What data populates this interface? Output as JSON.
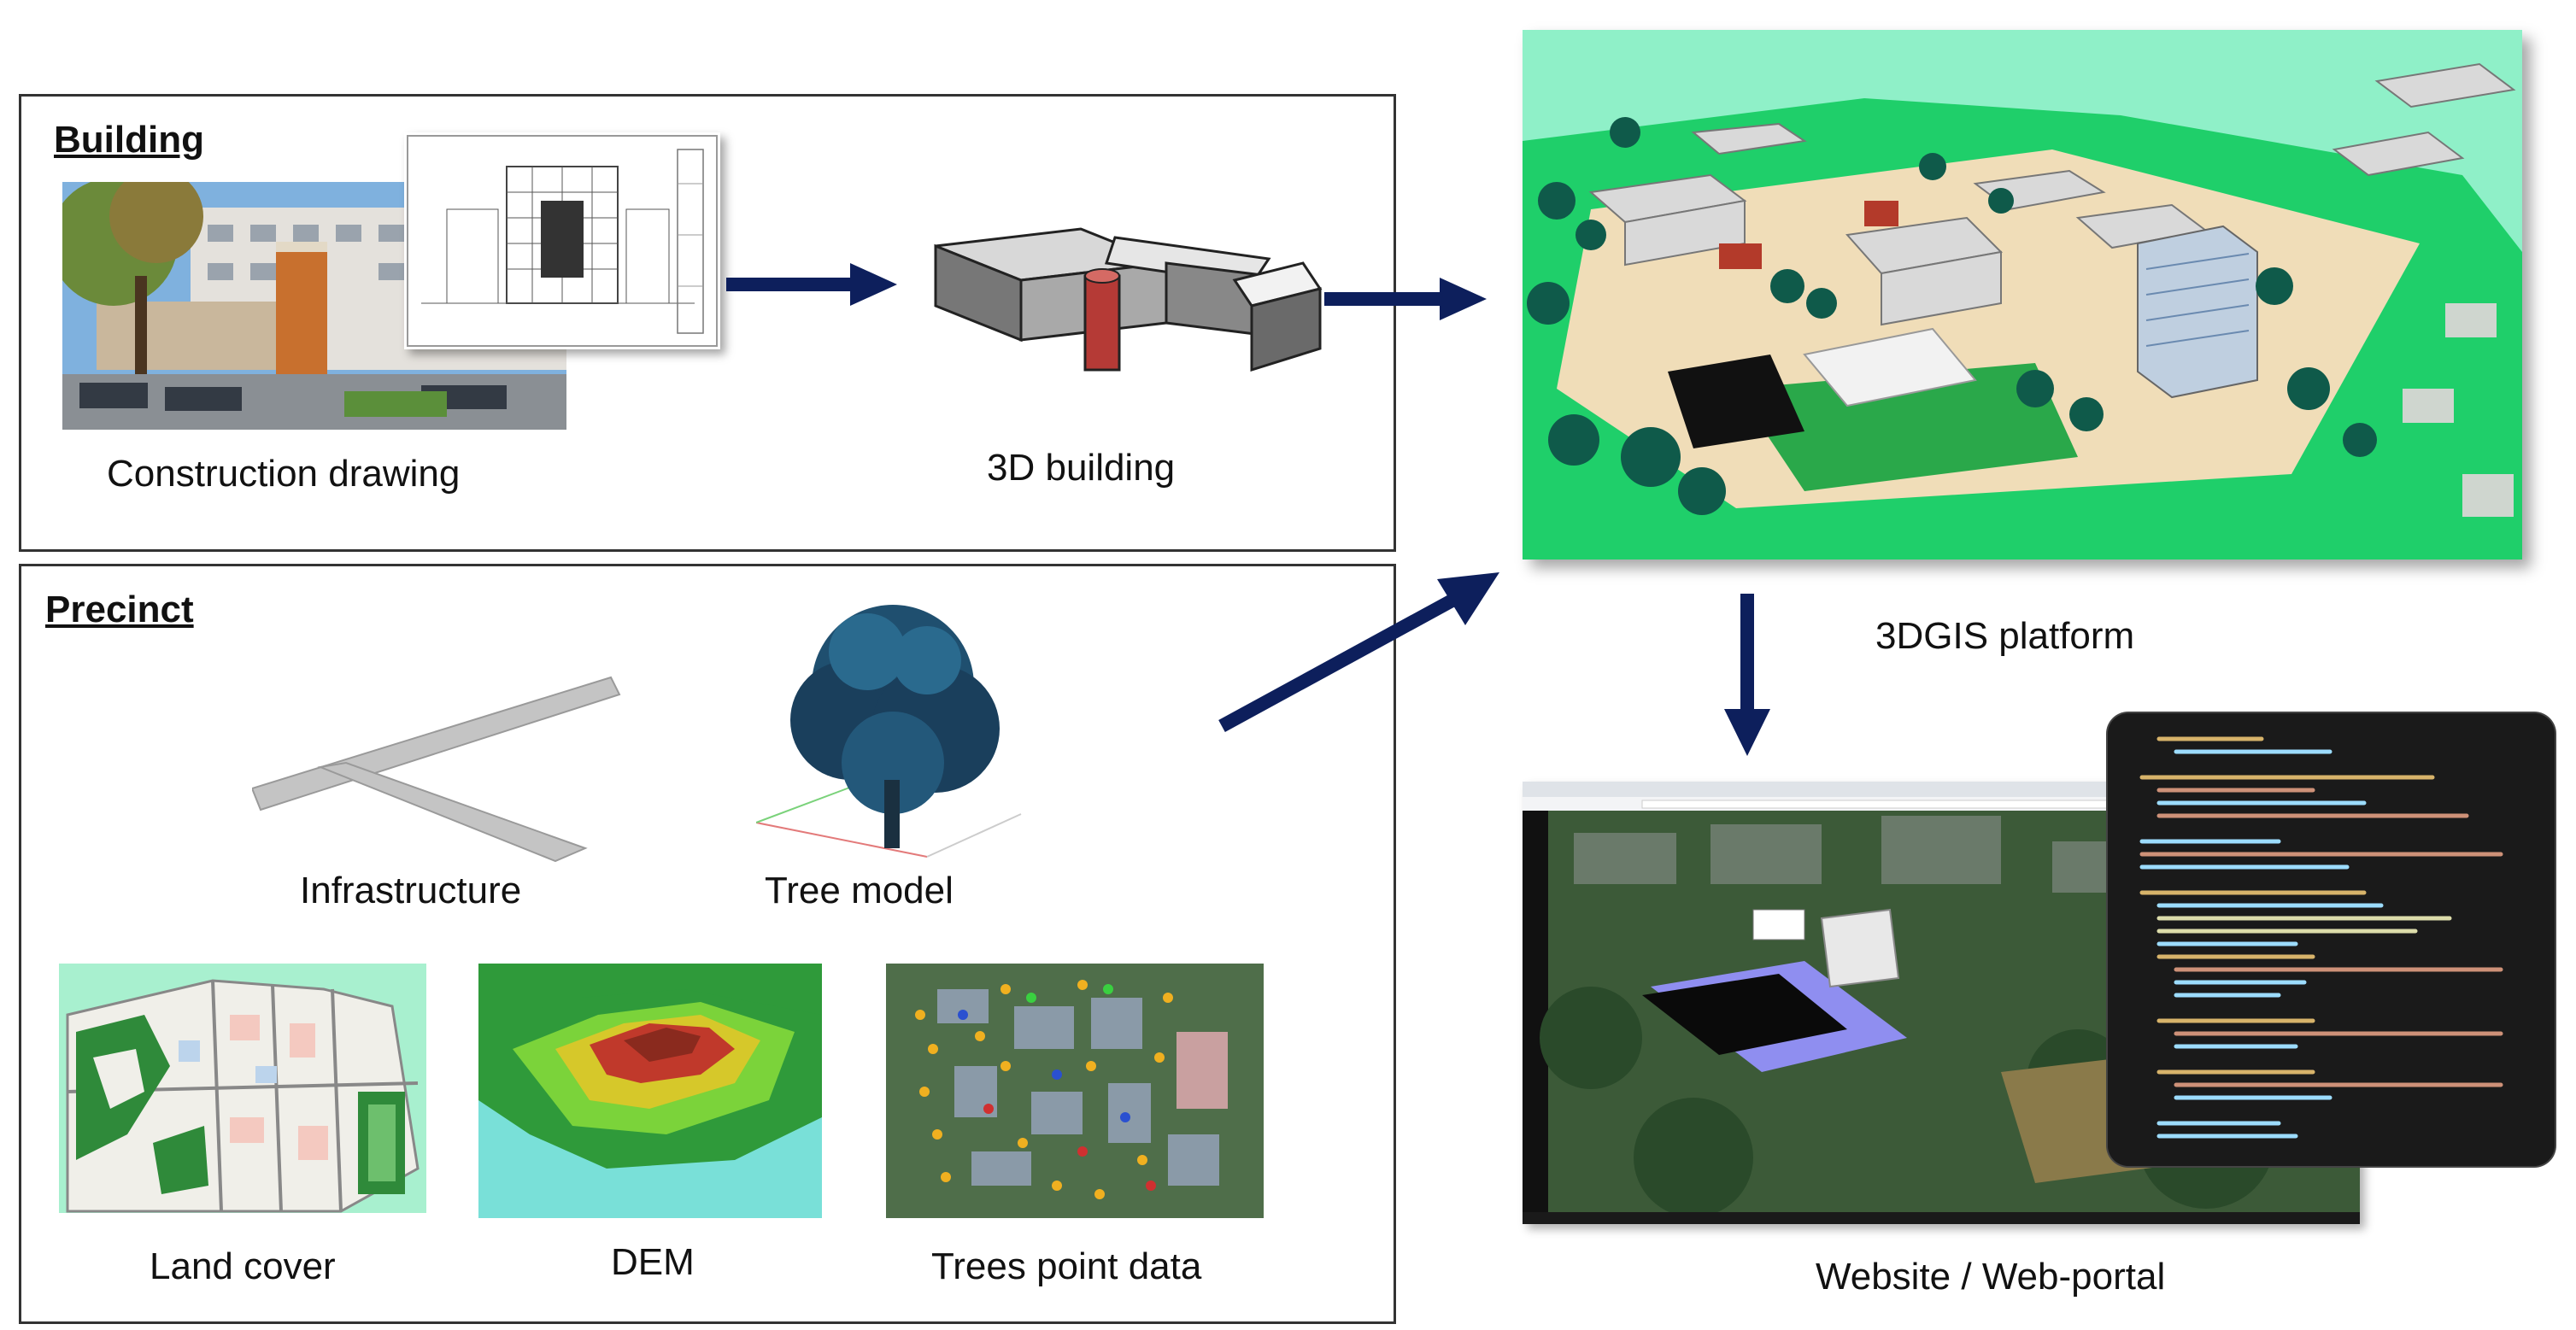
{
  "building": {
    "heading": "Building",
    "construction_drawing_caption": "Construction drawing",
    "building_3d_caption": "3D building"
  },
  "precinct": {
    "heading": "Precinct",
    "infrastructure_caption": "Infrastructure",
    "tree_model_caption": "Tree model",
    "land_cover_caption": "Land cover",
    "dem_caption": "DEM",
    "trees_point_caption": "Trees point data"
  },
  "platform": {
    "caption": "3DGIS platform"
  },
  "web": {
    "caption": "Website / Web-portal"
  },
  "colors": {
    "arrow": "#0d1f5c",
    "panel_border": "#333333"
  }
}
